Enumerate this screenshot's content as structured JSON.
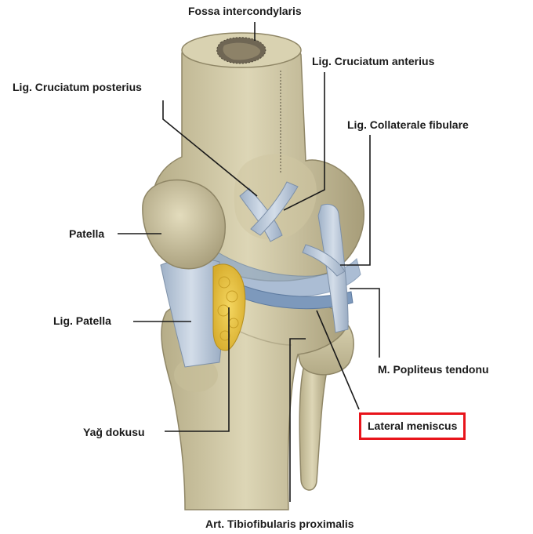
{
  "labels": {
    "fossa_intercondylaris": "Fossa intercondylaris",
    "lig_cruciatum_anterius": "Lig. Cruciatum anterius",
    "lig_cruciatum_posterius": "Lig. Cruciatum posterius",
    "lig_collaterale_fibulare": "Lig. Collaterale fibulare",
    "patella": "Patella",
    "lig_patella": "Lig. Patella",
    "m_popliteus_tendonu": "M. Popliteus tendonu",
    "lateral_meniscus": "Lateral meniscus",
    "yag_dokusu": "Yağ dokusu",
    "art_tibiofibularis_proximalis": "Art. Tibiofibularis proximalis"
  },
  "colors": {
    "bone": "#d6cfad",
    "bone_shadow": "#a99f7c",
    "ligament": "#b9c7d8",
    "meniscus": "#7f9bbf",
    "fat": "#ebc64a",
    "highlight": "#e8141b"
  }
}
